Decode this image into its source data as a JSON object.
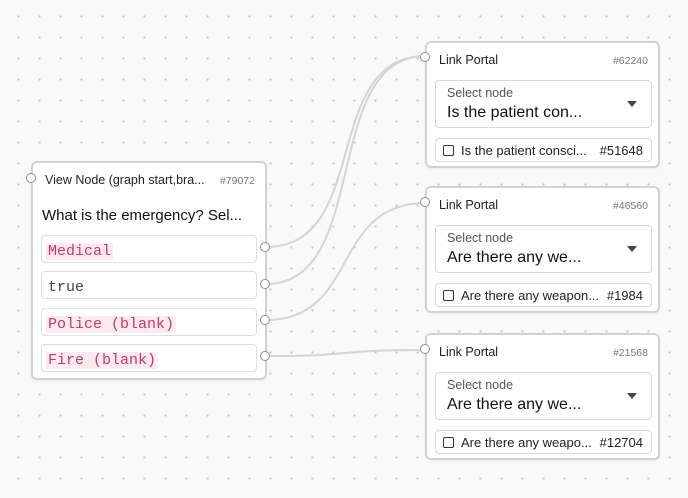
{
  "view_node": {
    "title": "View Node (graph start,bra...",
    "id": "#79072",
    "prompt": "What is the emergency? Sel...",
    "branches": [
      "Medical",
      "true",
      "Police (blank)",
      "Fire (blank)"
    ]
  },
  "portals": [
    {
      "title": "Link Portal",
      "id": "#62240",
      "select_label": "Select node",
      "select_value": "Is the patient con...",
      "option_text": "Is the patient consci...",
      "option_id": "#51648"
    },
    {
      "title": "Link Portal",
      "id": "#46560",
      "select_label": "Select node",
      "select_value": "Are there any we...",
      "option_text": "Are there any weapon...",
      "option_id": "#1984"
    },
    {
      "title": "Link Portal",
      "id": "#21568",
      "select_label": "Select node",
      "select_value": "Are there any we...",
      "option_text": "Are there any weapo...",
      "option_id": "#12704"
    }
  ],
  "colors": {
    "highlight_text": "#d1336e",
    "highlight_bg": "#fbeaee",
    "wire": "#d4d4d4",
    "node_border": "#d2d2d2"
  }
}
